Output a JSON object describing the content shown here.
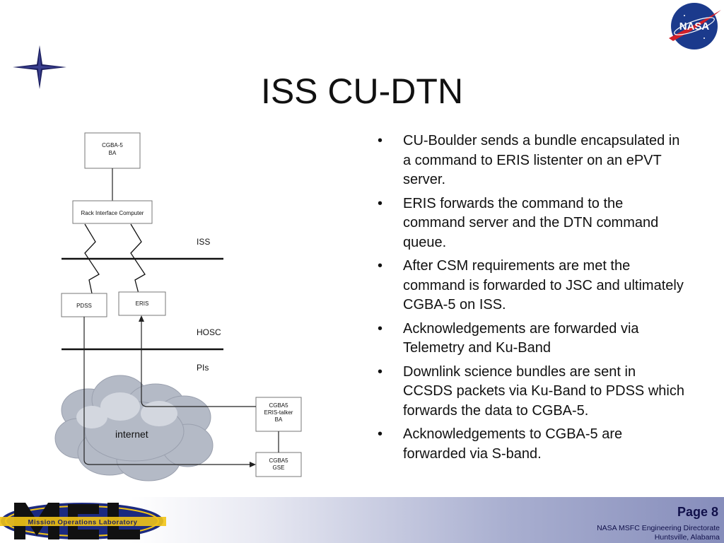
{
  "slide": {
    "title": "ISS CU-DTN",
    "bullets": [
      "CU-Boulder sends a bundle encapsulated in a command to ERIS listenter on an ePVT server.",
      "ERIS forwards the command to the command server and the DTN command queue.",
      "After CSM requirements are met the command is forwarded to JSC and ultimately CGBA-5 on ISS.",
      "Acknowledgements are forwarded via Telemetry and Ku-Band",
      "Downlink science bundles are sent in CCSDS packets via Ku-Band to PDSS which forwards the data to CGBA-5.",
      "Acknowledgements to CGBA-5 are forwarded via S-band."
    ],
    "bullet_symbol": "•"
  },
  "diagram": {
    "cgba5_ba": [
      "CGBA-5",
      "BA"
    ],
    "rack_interface": "Rack Interface Computer",
    "iss_label": "ISS",
    "pdss": "PDSS",
    "eris": "ERIS",
    "hosc_label": "HOSC",
    "pis_label": "PIs",
    "cgba5_eris_talker": [
      "CGBA5",
      "ERIS-talker",
      "BA"
    ],
    "cgba5_gse": [
      "CGBA5",
      "GSE"
    ],
    "internet": "internet"
  },
  "footer": {
    "page": "Page 8",
    "line1": "NASA MSFC Engineering Directorate",
    "line2": "Huntsville, Alabama",
    "logo_text": "Mission Operations Laboratory",
    "nasa_logo_text": "NASA"
  },
  "colors": {
    "footer_gradient_end": "#868dbb",
    "footer_text": "#10104a",
    "nasa_blue": "#1b3a8c",
    "nasa_red": "#d0202a",
    "star_navy": "#1c1f5e"
  }
}
